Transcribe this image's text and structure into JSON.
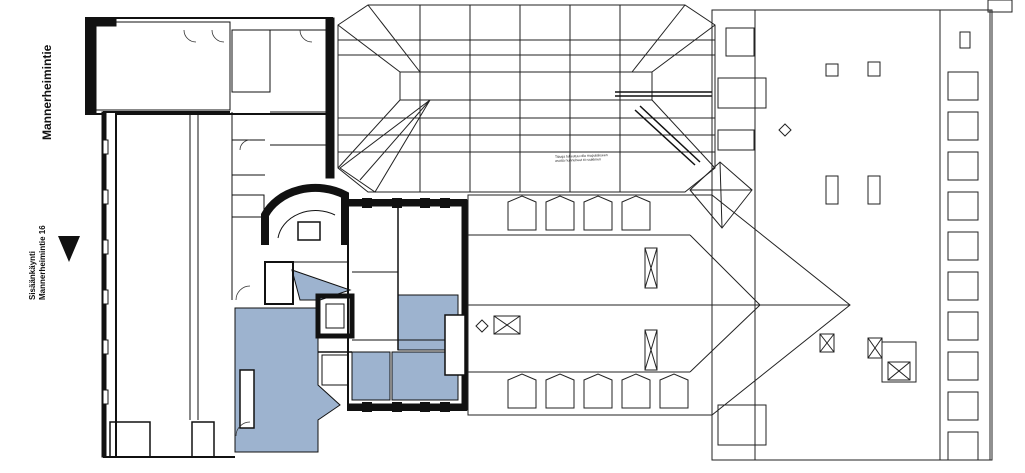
{
  "street": {
    "name": "Mannerheimintie",
    "entrance_line1": "Sisäänkäynti",
    "entrance_line2": "Mannerheimintie 16",
    "entrance_icon": "triangle-down-icon"
  },
  "note": {
    "line1": "Tilaaja tukeutuu olla mapulakseen",
    "line2": "asutta nunnuheet tii ruukknen"
  },
  "colors": {
    "highlight": "#9db3cf",
    "wall": "#111111",
    "line": "#222222",
    "background": "#ffffff"
  }
}
